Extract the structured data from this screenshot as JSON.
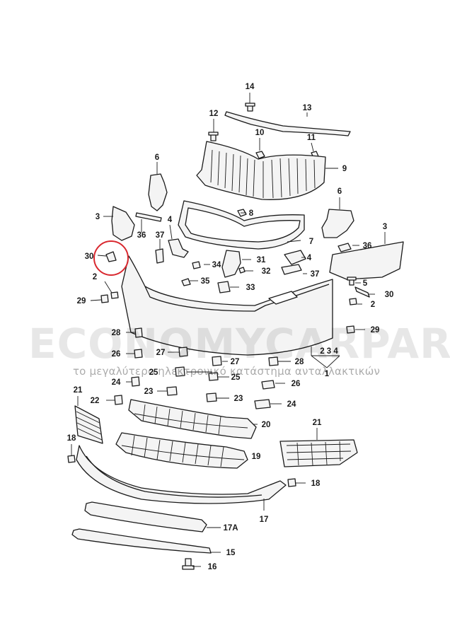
{
  "watermark": {
    "brand": "ECONOMYCARPARTS.GR",
    "tagline": "το μεγαλύτερο ηλεκτρονικό κατάστημα ανταλλακτικών"
  },
  "callouts": [
    {
      "id": "c14",
      "label": "14"
    },
    {
      "id": "c13",
      "label": "13"
    },
    {
      "id": "c12",
      "label": "12"
    },
    {
      "id": "c10",
      "label": "10"
    },
    {
      "id": "c11",
      "label": "11"
    },
    {
      "id": "c9",
      "label": "9"
    },
    {
      "id": "c6a",
      "label": "6"
    },
    {
      "id": "c6b",
      "label": "6"
    },
    {
      "id": "c3a",
      "label": "3"
    },
    {
      "id": "c3b",
      "label": "3"
    },
    {
      "id": "c8",
      "label": "8"
    },
    {
      "id": "c4a",
      "label": "4"
    },
    {
      "id": "c36a",
      "label": "36"
    },
    {
      "id": "c37a",
      "label": "37"
    },
    {
      "id": "c7",
      "label": "7"
    },
    {
      "id": "c36b",
      "label": "36"
    },
    {
      "id": "c30a",
      "label": "30"
    },
    {
      "id": "c31",
      "label": "31"
    },
    {
      "id": "c4b",
      "label": "4"
    },
    {
      "id": "c34",
      "label": "34"
    },
    {
      "id": "c32",
      "label": "32"
    },
    {
      "id": "c37b",
      "label": "37"
    },
    {
      "id": "c2a",
      "label": "2"
    },
    {
      "id": "c35",
      "label": "35"
    },
    {
      "id": "c33",
      "label": "33"
    },
    {
      "id": "c5",
      "label": "5"
    },
    {
      "id": "c30b",
      "label": "30"
    },
    {
      "id": "c29a",
      "label": "29"
    },
    {
      "id": "c2b",
      "label": "2"
    },
    {
      "id": "c28a",
      "label": "28"
    },
    {
      "id": "c29b",
      "label": "29"
    },
    {
      "id": "c234",
      "label": "2 3 4"
    },
    {
      "id": "c26a",
      "label": "26"
    },
    {
      "id": "c27a",
      "label": "27"
    },
    {
      "id": "c27b",
      "label": "27"
    },
    {
      "id": "c1",
      "label": "1"
    },
    {
      "id": "c28b",
      "label": "28"
    },
    {
      "id": "c25a",
      "label": "25"
    },
    {
      "id": "c25b",
      "label": "25"
    },
    {
      "id": "c24a",
      "label": "24"
    },
    {
      "id": "c26b",
      "label": "26"
    },
    {
      "id": "c21a",
      "label": "21"
    },
    {
      "id": "c23a",
      "label": "23"
    },
    {
      "id": "c22",
      "label": "22"
    },
    {
      "id": "c23b",
      "label": "23"
    },
    {
      "id": "c24b",
      "label": "24"
    },
    {
      "id": "c20",
      "label": "20"
    },
    {
      "id": "c21b",
      "label": "21"
    },
    {
      "id": "c18a",
      "label": "18"
    },
    {
      "id": "c19",
      "label": "19"
    },
    {
      "id": "c18b",
      "label": "18"
    },
    {
      "id": "c17",
      "label": "17"
    },
    {
      "id": "c17A",
      "label": "17A"
    },
    {
      "id": "c15",
      "label": "15"
    },
    {
      "id": "c16",
      "label": "16"
    }
  ],
  "highlight": {
    "part_label": "30",
    "color": "#d9282f"
  },
  "colors": {
    "line": "#1a1a1a",
    "part_fill": "#f4f4f4",
    "watermark": "#000000"
  }
}
